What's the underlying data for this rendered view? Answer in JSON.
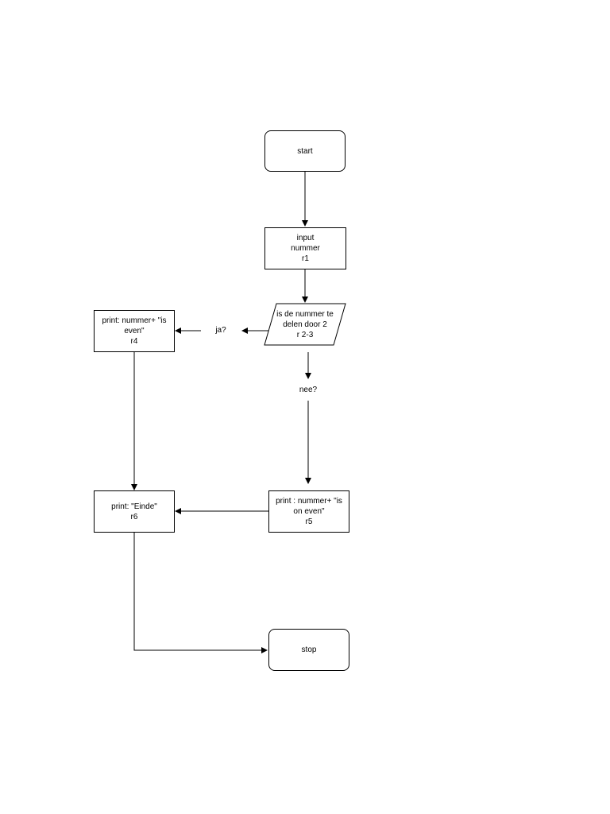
{
  "nodes": {
    "start": "start",
    "input": "input\nnummer\nr1",
    "decision": "is de nummer te\ndelen door 2\nr 2-3",
    "print_even": "print: nummer+ \"is\neven\"\nr4",
    "print_odd": "print : nummer+ \"is\non even\"\nr5",
    "print_end": "print: \"Einde\"\nr6",
    "stop": "stop"
  },
  "edge_labels": {
    "yes": "ja?",
    "no": "nee?"
  },
  "colors": {
    "stroke": "#000000",
    "fill": "#ffffff"
  }
}
